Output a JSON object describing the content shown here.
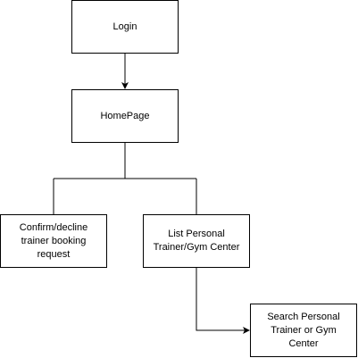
{
  "diagram": {
    "nodes": {
      "login": "Login",
      "homepage": "HomePage",
      "confirm": "Confirm/decline trainer booking request",
      "list": "List Personal Trainer/Gym Center",
      "search": "Search Personal Trainer or Gym Center"
    },
    "colors": {
      "stroke": "#000000",
      "fill": "#ffffff",
      "text": "#000000"
    }
  }
}
